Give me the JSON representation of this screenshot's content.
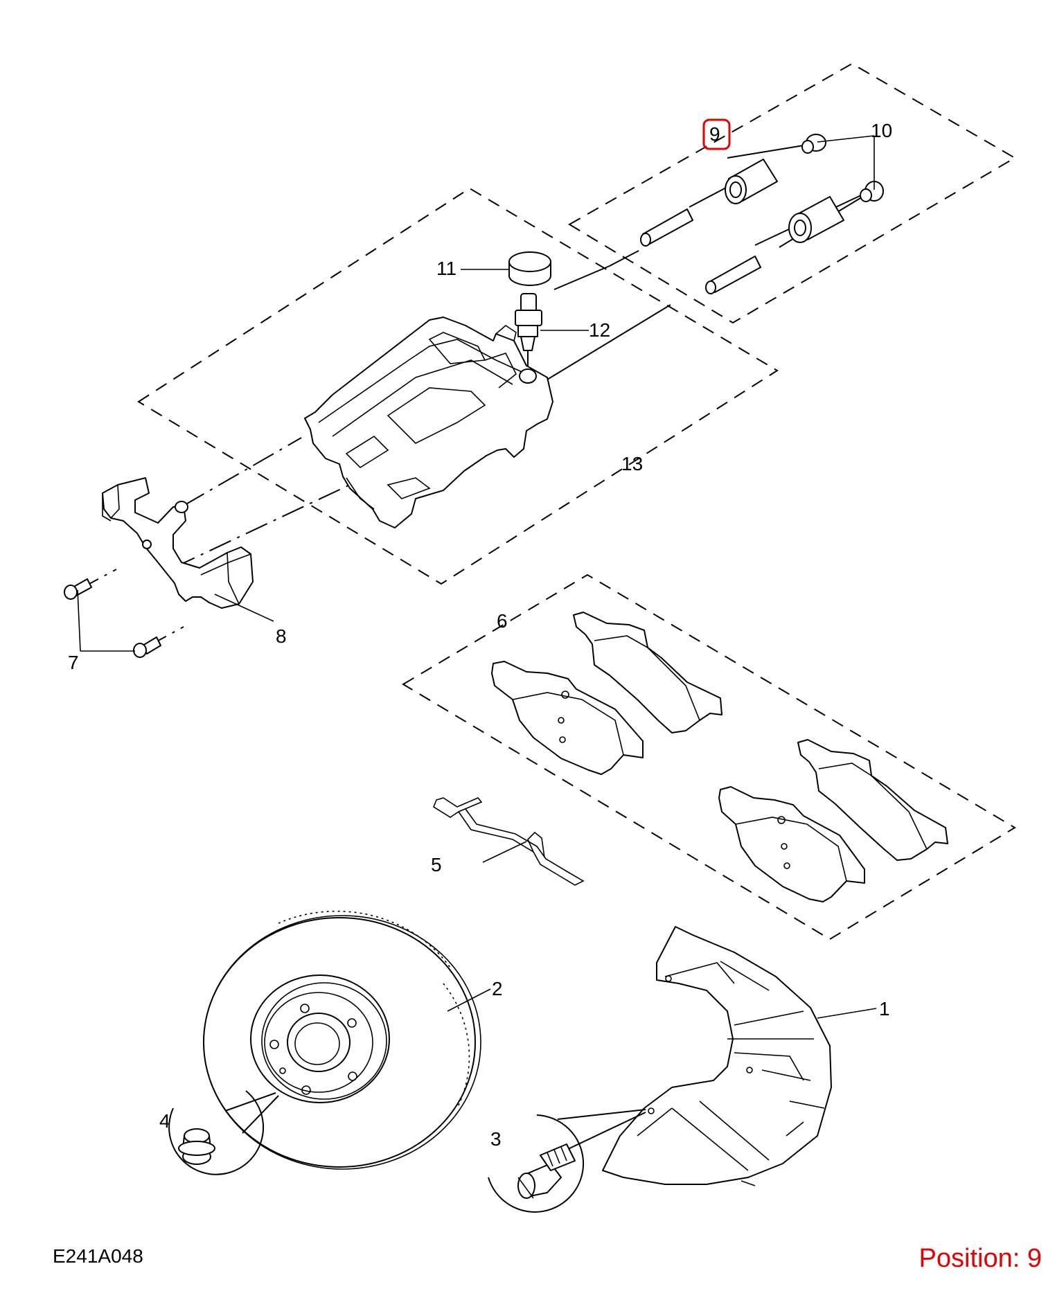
{
  "drawing_code": "E241A048",
  "position_label": "Position: 9",
  "highlight_color": "#e60000",
  "selected_callout": "9",
  "callouts": {
    "c1": "1",
    "c2": "2",
    "c3": "3",
    "c4": "4",
    "c5": "5",
    "c6": "6",
    "c7": "7",
    "c8": "8",
    "c9": "9",
    "c10": "10",
    "c11": "11",
    "c12": "12",
    "c13": "13"
  }
}
